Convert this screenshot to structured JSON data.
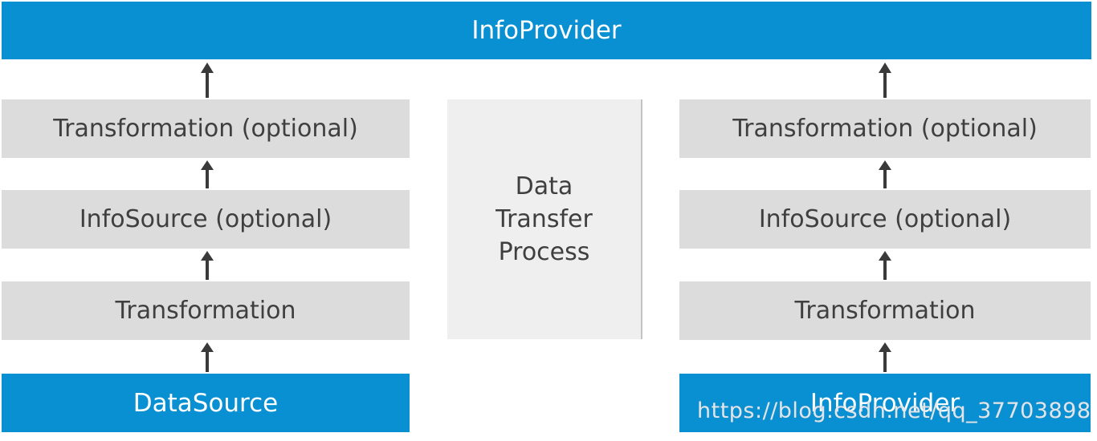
{
  "top": {
    "label": "InfoProvider"
  },
  "left_column": {
    "transformation_optional": "Transformation (optional)",
    "infosource_optional": "InfoSource (optional)",
    "transformation": "Transformation",
    "source": "DataSource"
  },
  "center": {
    "lines": [
      "Data",
      "Transfer",
      "Process"
    ]
  },
  "right_column": {
    "transformation_optional": "Transformation (optional)",
    "infosource_optional": "InfoSource (optional)",
    "transformation": "Transformation",
    "source": "InfoProvider"
  },
  "watermark": "https://blog.csdn.net/qq_37703898",
  "colors": {
    "blue": "#0890d3",
    "grey": "#dcdcdc",
    "light_grey": "#efefef",
    "arrow": "#3a3a3a"
  }
}
